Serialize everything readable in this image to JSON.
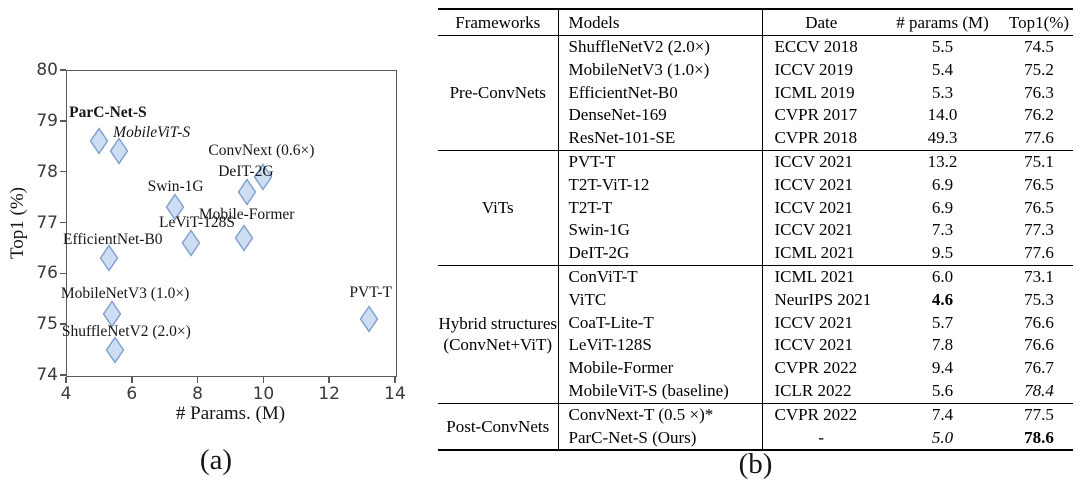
{
  "figure": {
    "caption_a": "(a)",
    "caption_b": "(b)"
  },
  "chart_data": {
    "type": "scatter",
    "title": "",
    "xlabel": "# Params. (M)",
    "ylabel": "Top1 (%)",
    "xlim": [
      4,
      14
    ],
    "ylim": [
      74,
      80
    ],
    "xticks": [
      4,
      6,
      8,
      10,
      12,
      14
    ],
    "yticks": [
      74,
      75,
      76,
      77,
      78,
      79,
      80
    ],
    "grid": false,
    "legend": "none",
    "marker": {
      "shape": "diamond",
      "fill": "#cdddf2",
      "stroke": "#7e9ecf"
    },
    "points": [
      {
        "label": "ParC-Net-S",
        "x": 5.0,
        "y": 78.6,
        "label_style": "bold",
        "label_offset": [
          9,
          -19
        ]
      },
      {
        "label": "MobileViT-S",
        "x": 5.6,
        "y": 78.4,
        "label_style": "italic",
        "label_offset": [
          33,
          -9
        ]
      },
      {
        "label": "ConvNext (0.6×)",
        "x": 10.0,
        "y": 77.9,
        "label_style": "normal",
        "label_offset": [
          -2,
          -17
        ]
      },
      {
        "label": "DeIT-2G",
        "x": 9.5,
        "y": 77.6,
        "label_style": "normal",
        "label_offset": [
          -1,
          -11
        ]
      },
      {
        "label": "Swin-1G",
        "x": 7.3,
        "y": 77.3,
        "label_style": "normal",
        "label_offset": [
          1,
          -11
        ]
      },
      {
        "label": "Mobile-Former",
        "x": 9.4,
        "y": 76.7,
        "label_style": "normal",
        "label_offset": [
          3,
          -14
        ]
      },
      {
        "label": "LeViT-128S",
        "x": 7.8,
        "y": 76.6,
        "label_style": "normal",
        "label_offset": [
          6,
          -11
        ]
      },
      {
        "label": "EfficientNet-B0",
        "x": 5.3,
        "y": 76.3,
        "label_style": "normal",
        "label_offset": [
          4,
          -9
        ]
      },
      {
        "label": "MobileNetV3 (1.0×)",
        "x": 5.4,
        "y": 75.2,
        "label_style": "normal",
        "label_offset": [
          13,
          -11
        ]
      },
      {
        "label": "ShuffleNetV2 (2.0×)",
        "x": 5.5,
        "y": 74.5,
        "label_style": "normal",
        "label_offset": [
          11,
          -9
        ]
      },
      {
        "label": "PVT-T",
        "x": 13.2,
        "y": 75.1,
        "label_style": "normal",
        "label_offset": [
          2,
          -17
        ]
      }
    ]
  },
  "table": {
    "headers": [
      "Frameworks",
      "Models",
      "Date",
      "# params (M)",
      "Top1(%)"
    ],
    "sections": [
      {
        "framework_lines": [
          "Pre-ConvNets"
        ],
        "rows": [
          {
            "model": "ShuffleNetV2 (2.0×)",
            "date": "ECCV 2018",
            "params": "5.5",
            "top1": "74.5"
          },
          {
            "model": "MobileNetV3 (1.0×)",
            "date": "ICCV 2019",
            "params": "5.4",
            "top1": "75.2"
          },
          {
            "model": "EfficientNet-B0",
            "date": "ICML 2019",
            "params": "5.3",
            "top1": "76.3"
          },
          {
            "model": "DenseNet-169",
            "date": "CVPR 2017",
            "params": "14.0",
            "top1": "76.2"
          },
          {
            "model": "ResNet-101-SE",
            "date": "CVPR 2018",
            "params": "49.3",
            "top1": "77.6"
          }
        ]
      },
      {
        "framework_lines": [
          "ViTs"
        ],
        "rows": [
          {
            "model": "PVT-T",
            "date": "ICCV 2021",
            "params": "13.2",
            "top1": "75.1"
          },
          {
            "model": "T2T-ViT-12",
            "date": "ICCV 2021",
            "params": "6.9",
            "top1": "76.5"
          },
          {
            "model": "T2T-T",
            "date": "ICCV 2021",
            "params": "6.9",
            "top1": "76.5"
          },
          {
            "model": "Swin-1G",
            "date": "ICCV 2021",
            "params": "7.3",
            "top1": "77.3"
          },
          {
            "model": "DeIT-2G",
            "date": "ICML 2021",
            "params": "9.5",
            "top1": "77.6"
          }
        ]
      },
      {
        "framework_lines": [
          "Hybrid structures",
          "(ConvNet+ViT)"
        ],
        "rows": [
          {
            "model": "ConViT-T",
            "date": "ICML 2021",
            "params": "6.0",
            "top1": "73.1"
          },
          {
            "model": "ViTC",
            "date": "NeurIPS 2021",
            "params": "4.6",
            "params_style": "bold",
            "top1": "75.3"
          },
          {
            "model": "CoaT-Lite-T",
            "date": "ICCV 2021",
            "params": "5.7",
            "top1": "76.6"
          },
          {
            "model": "LeViT-128S",
            "date": "ICCV 2021",
            "params": "7.8",
            "top1": "76.6"
          },
          {
            "model": "Mobile-Former",
            "date": "CVPR 2022",
            "params": "9.4",
            "top1": "76.7"
          },
          {
            "model": "MobileViT-S (baseline)",
            "date": "ICLR 2022",
            "params": "5.6",
            "top1": "78.4",
            "top1_style": "italic"
          }
        ]
      },
      {
        "framework_lines": [
          "Post-ConvNets"
        ],
        "rows": [
          {
            "model": "ConvNext-T (0.5 ×)*",
            "date": "CVPR 2022",
            "params": "7.4",
            "top1": "77.5"
          },
          {
            "model": "ParC-Net-S (Ours)",
            "date": "-",
            "params": "5.0",
            "params_style": "italic",
            "top1": "78.6",
            "top1_style": "bold"
          }
        ]
      }
    ]
  }
}
